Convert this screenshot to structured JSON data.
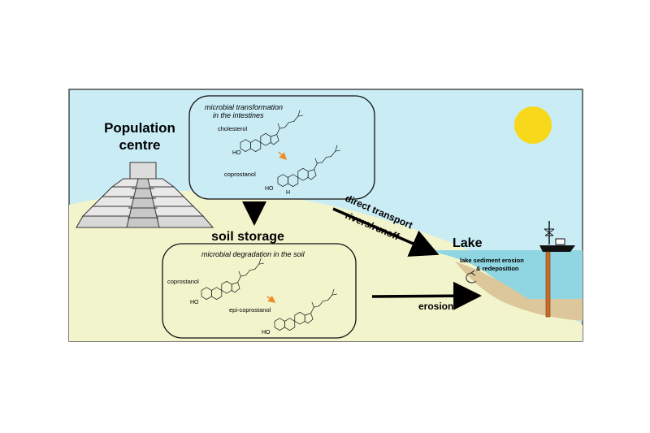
{
  "labels": {
    "population_line1": "Population",
    "population_line2": "centre",
    "intestine_title_line1": "microbial transformation",
    "intestine_title_line2": "in the intestines",
    "cholesterol": "cholesterol",
    "coprostanol_top": "coprostanol",
    "soil_storage": "soil storage",
    "soil_title": "microbial degradation in the soil",
    "coprostanol_soil": "coprostanol",
    "epi_coprostanol": "epi-coprostanol",
    "direct_transport": "direct transport",
    "rivers_runoff": "rivers/runoff",
    "lake": "Lake",
    "lake_sediment_line1": "lake sediment erosion",
    "lake_sediment_line2": "& redeposition",
    "erosion": "erosion"
  },
  "atoms": {
    "ho": "HO",
    "h": "H"
  },
  "colors": {
    "sky": "#c9ecf5",
    "ground": "#f2f4cc",
    "water": "#8fd6e2",
    "sediment": "#dcc79a",
    "sun": "#f7d81a",
    "reaction_arrow": "#f08a24",
    "core_pole": "#c96a2a"
  }
}
